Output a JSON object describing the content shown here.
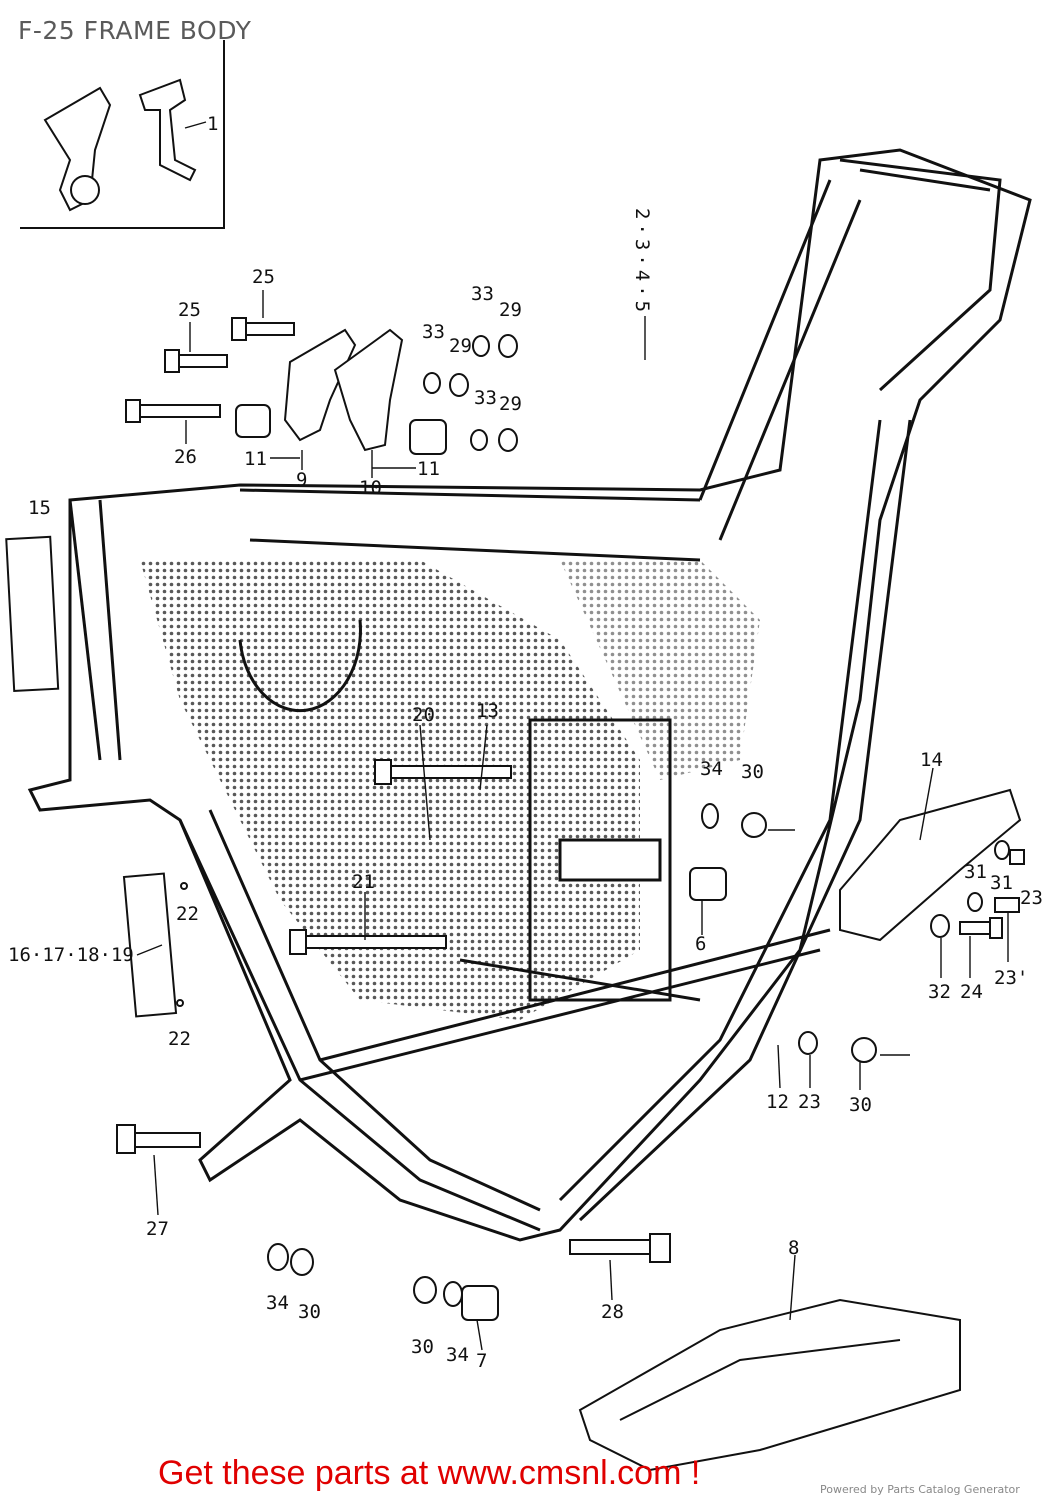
{
  "title": "F-25 FRAME BODY",
  "footer": {
    "text": "Get these parts at www.cmsnl.com !",
    "powered_by": "Powered by Parts Catalog Generator"
  },
  "callouts": {
    "c1": "1",
    "c2345": "2·3·4·5",
    "c25a": "25",
    "c25b": "25",
    "c26": "26",
    "c33a": "33",
    "c29a": "29",
    "c33b": "33",
    "c29b": "29",
    "c33c": "33",
    "c29c": "29",
    "c11a": "11",
    "c9": "9",
    "c10": "10",
    "c11b": "11",
    "c15": "15",
    "c20": "20",
    "c13": "13",
    "c14": "14",
    "c34a": "34",
    "c30a": "30",
    "c6": "6",
    "c21": "21",
    "c22a": "22",
    "c22b": "22",
    "c16": "16·17·18·19",
    "c31a": "31",
    "c31b": "31",
    "c23a": "23",
    "c23b": "23'",
    "c32": "32",
    "c24": "24",
    "c12": "12",
    "c23c": "23",
    "c30b": "30",
    "c27": "27",
    "c34b": "34",
    "c30c": "30",
    "c30d": "30",
    "c34c": "34",
    "c7": "7",
    "c28": "28",
    "c8": "8"
  },
  "colors": {
    "footer_text": "#e00000",
    "line_art": "#111111"
  }
}
